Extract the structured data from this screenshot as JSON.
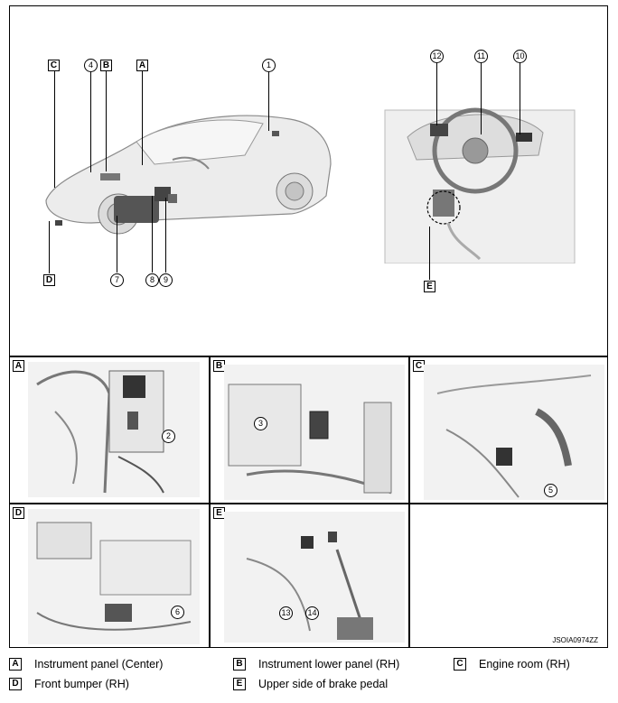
{
  "top_labels": {
    "C": "C",
    "B": "B",
    "A": "A",
    "D": "D",
    "E": "E",
    "n1": "1",
    "n4": "4",
    "n7": "7",
    "n8": "8",
    "n9": "9",
    "n10": "10",
    "n11": "11",
    "n12": "12"
  },
  "panels": [
    {
      "key": "A",
      "callouts": [
        "2"
      ]
    },
    {
      "key": "B",
      "callouts": [
        "3"
      ]
    },
    {
      "key": "C",
      "callouts": [
        "5"
      ]
    },
    {
      "key": "D",
      "callouts": [
        "6"
      ]
    },
    {
      "key": "E",
      "callouts": [
        "13",
        "14"
      ]
    }
  ],
  "figure_code": "JSOIA0974ZZ",
  "legend": [
    {
      "key": "A",
      "text": "Instrument panel (Center)"
    },
    {
      "key": "B",
      "text": "Instrument lower panel (RH)"
    },
    {
      "key": "C",
      "text": "Engine room (RH)"
    },
    {
      "key": "D",
      "text": "Front bumper (RH)"
    },
    {
      "key": "E",
      "text": "Upper side of brake pedal"
    }
  ]
}
